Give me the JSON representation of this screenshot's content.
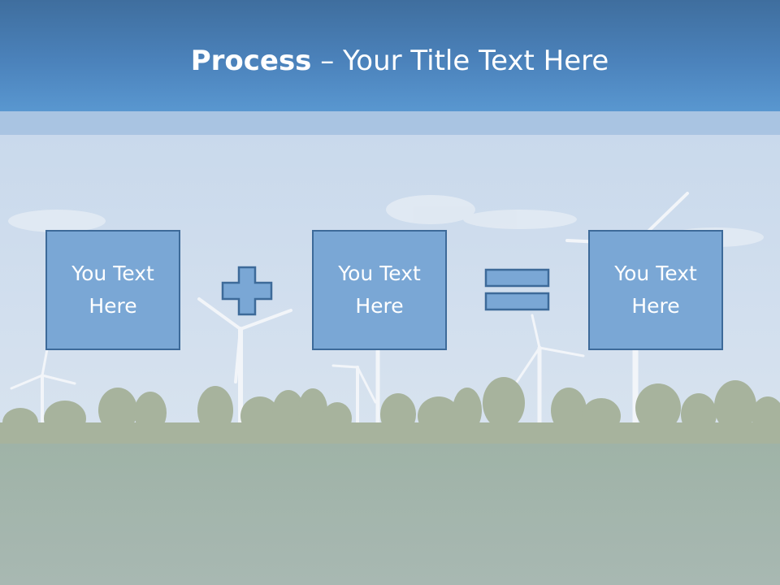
{
  "title": {
    "bold": "Process",
    "rest": " – Your Title Text Here"
  },
  "boxes": [
    {
      "line1": "You Text",
      "line2": "Here"
    },
    {
      "line1": "You Text",
      "line2": "Here"
    },
    {
      "line1": "You Text",
      "line2": "Here"
    }
  ],
  "operators": [
    "plus-icon",
    "equals-icon"
  ],
  "colors": {
    "header": "#4b82bb",
    "box_fill": "#7aa7d5",
    "box_border": "#3d6a99"
  }
}
